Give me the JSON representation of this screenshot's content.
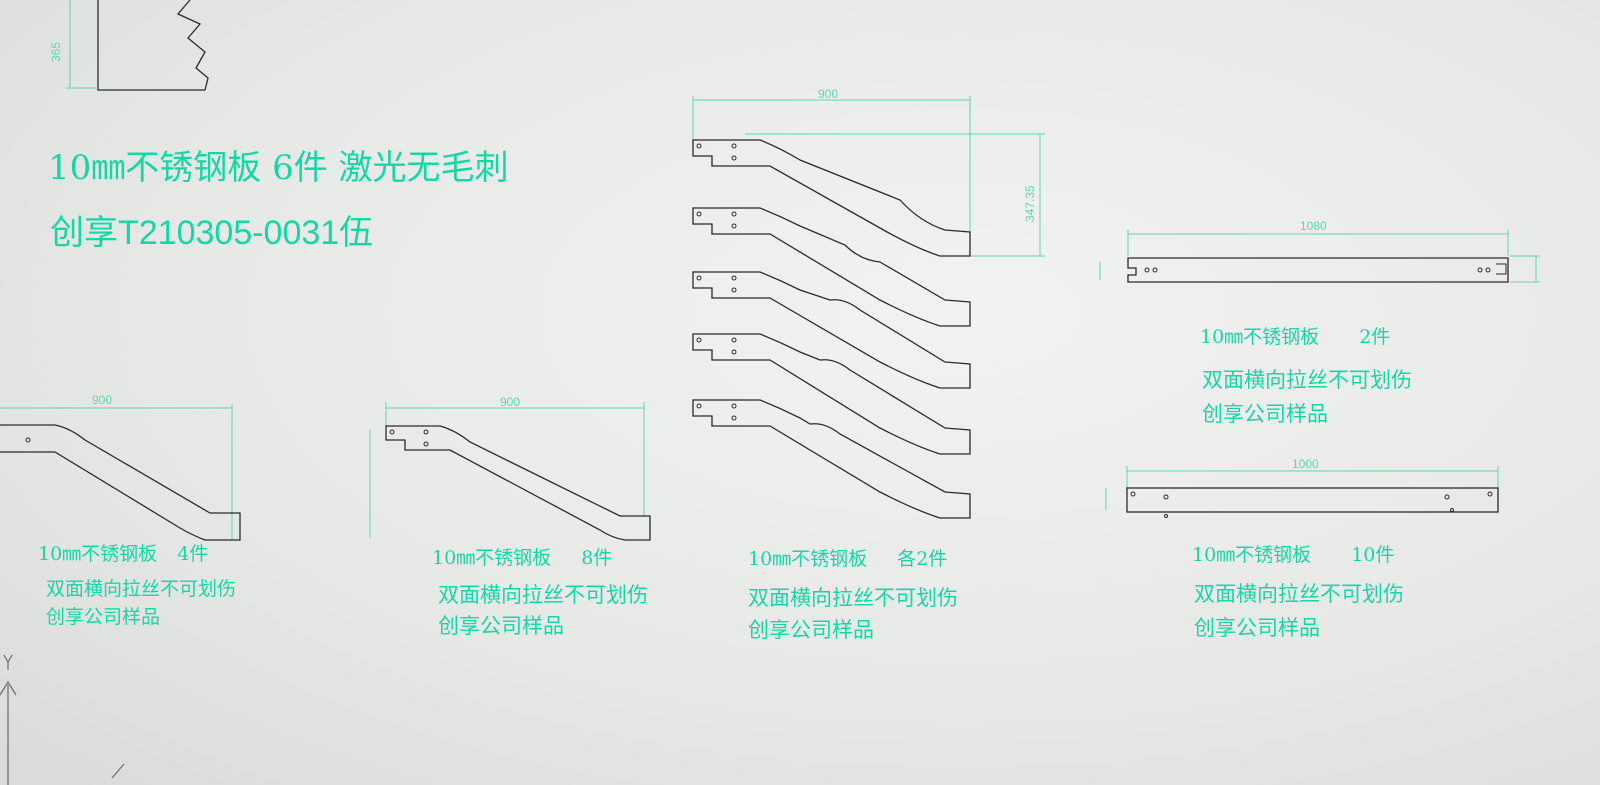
{
  "main_notes": {
    "line1": "10㎜不锈钢板 6件  激光无毛刺",
    "line2": "创享T210305-0031伍"
  },
  "part_groups": [
    {
      "id": "a",
      "material": "10㎜不锈钢板",
      "qty": "4件",
      "finish": "双面横向拉丝不可划伤",
      "sample": "创享公司样品",
      "dimension": "900"
    },
    {
      "id": "b",
      "material": "10㎜不锈钢板",
      "qty": "8件",
      "finish": "双面横向拉丝不可划伤",
      "sample": "创享公司样品",
      "dimension": "900"
    },
    {
      "id": "c",
      "material": "10㎜不锈钢板",
      "qty": "各2件",
      "finish": "双面横向拉丝不可划伤",
      "sample": "创享公司样品",
      "dimension": "900",
      "dimension_v": "347.35"
    },
    {
      "id": "d",
      "material": "10㎜不锈钢板",
      "qty": "2件",
      "finish": "双面横向拉丝不可划伤",
      "sample": "创享公司样品",
      "dimension": "1080"
    },
    {
      "id": "e",
      "material": "10㎜不锈钢板",
      "qty": "10件",
      "finish": "双面横向拉丝不可划伤",
      "sample": "创享公司样品",
      "dimension": "1000"
    }
  ],
  "top_detail": {
    "dimension_v": "365"
  },
  "colors": {
    "annotation": "#15d7a6",
    "outline": "#2a2a2a",
    "dimension": "#5fd6b0"
  }
}
